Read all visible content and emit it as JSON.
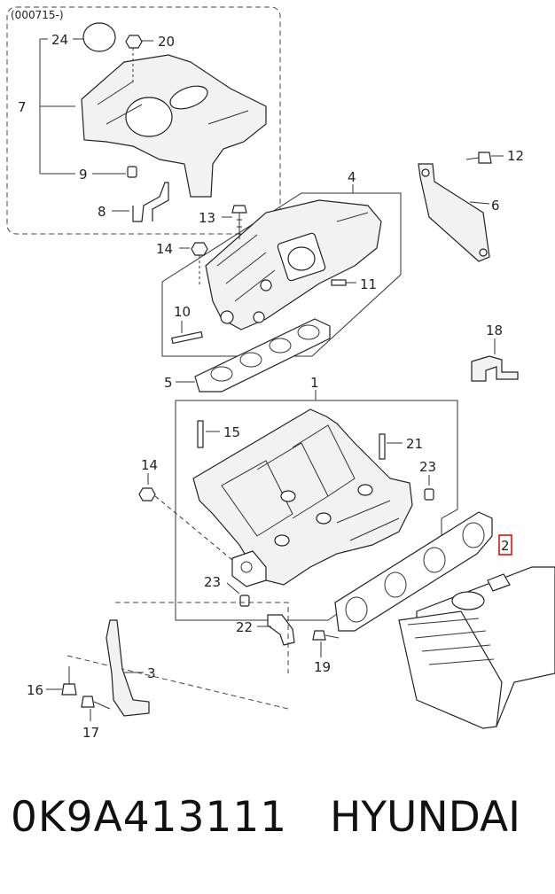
{
  "diagram": {
    "variant_code": "(000715-)",
    "callouts": {
      "c1": "1",
      "c2": "2",
      "c3": "3",
      "c4": "4",
      "c5": "5",
      "c6": "6",
      "c7": "7",
      "c8": "8",
      "c9": "9",
      "c10": "10",
      "c11": "11",
      "c12": "12",
      "c13": "13",
      "c14a": "14",
      "c14b": "14",
      "c15": "15",
      "c16": "16",
      "c17": "17",
      "c18": "18",
      "c19": "19",
      "c20": "20",
      "c21": "21",
      "c22": "22",
      "c23a": "23",
      "c23b": "23",
      "c24": "24"
    },
    "highlight_color": "#e00000"
  },
  "footer": {
    "part_number": "0K9A413111",
    "brand": "HYUNDAI"
  }
}
